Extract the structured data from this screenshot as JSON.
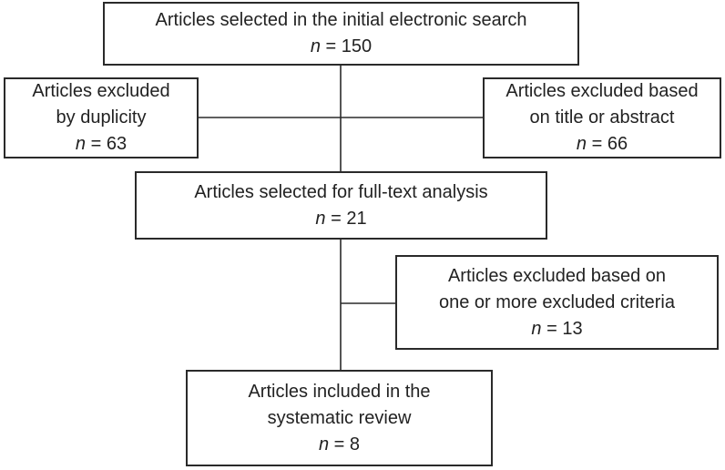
{
  "boxes": {
    "initial_search": {
      "lines": [
        "Articles selected in the initial electronic search"
      ],
      "n_label": "n",
      "n_value": "= 150"
    },
    "excluded_duplicity": {
      "lines": [
        "Articles excluded",
        "by duplicity"
      ],
      "n_label": "n",
      "n_value": "= 63"
    },
    "excluded_title_abstract": {
      "lines": [
        "Articles excluded based",
        "on title or abstract"
      ],
      "n_label": "n",
      "n_value": "= 66"
    },
    "full_text": {
      "lines": [
        "Articles selected for full-text analysis"
      ],
      "n_label": "n",
      "n_value": "= 21"
    },
    "excluded_criteria": {
      "lines": [
        "Articles excluded based on",
        "one or more excluded criteria"
      ],
      "n_label": "n",
      "n_value": "= 13"
    },
    "included": {
      "lines": [
        "Articles included in the",
        "systematic review"
      ],
      "n_label": "n",
      "n_value": "= 8"
    }
  }
}
